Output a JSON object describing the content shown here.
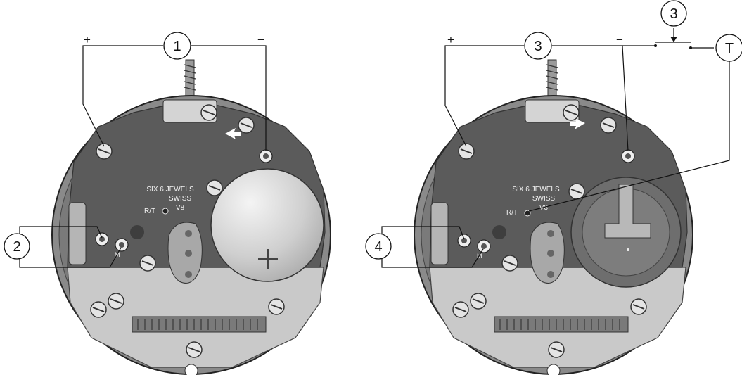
{
  "left": {
    "callout_top": "1",
    "callout_side": "2",
    "plus": "+",
    "minus": "−",
    "engraving": [
      "SIX 6 JEWELS",
      "SWISS",
      "V8"
    ],
    "rt": "R/T",
    "m": "M"
  },
  "right": {
    "callout_top": "3",
    "callout_switch": "3",
    "callout_side": "4",
    "callout_t": "T",
    "plus": "+",
    "minus": "−",
    "engraving": [
      "SIX 6 JEWELS",
      "SWISS",
      "V8"
    ],
    "rt": "R/T",
    "m": "M"
  },
  "colors": {
    "plate_dark": "#5b5b5b",
    "plate_light": "#c9c9c9",
    "case_ring": "#8a8a8a",
    "battery": "#d8d8d8",
    "line": "#111111"
  }
}
